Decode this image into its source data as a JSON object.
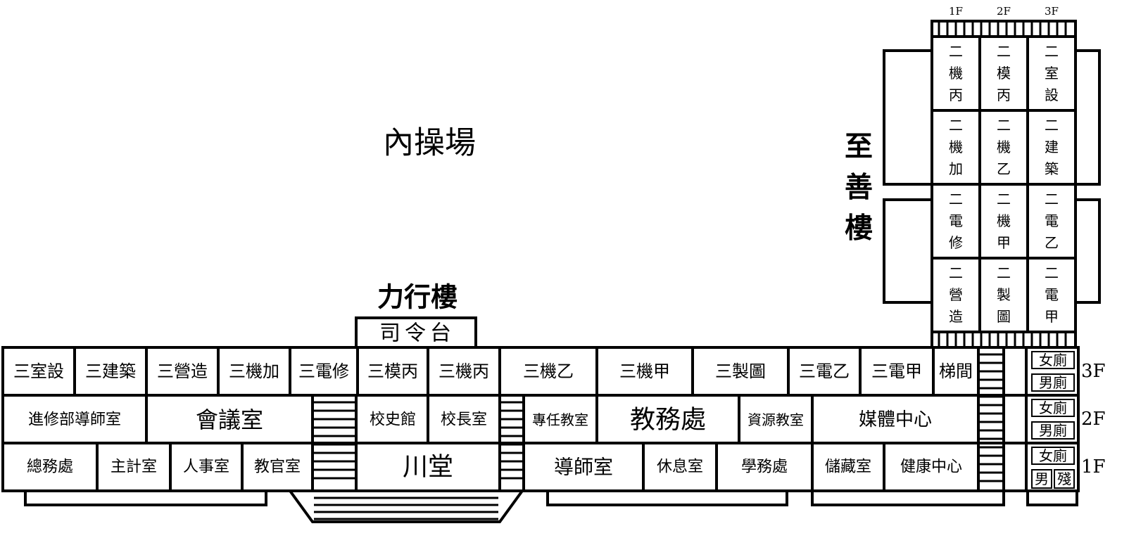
{
  "labels": {
    "inner_field": "內操場",
    "lixing_building": "力行樓",
    "zhishan_building": "至善樓",
    "podium": "司令台"
  },
  "floor_headers": [
    "1F",
    "2F",
    "3F"
  ],
  "floor_side": [
    "3F",
    "2F",
    "1F"
  ],
  "zhishan_rooms": [
    [
      "二機丙",
      "二模丙",
      "二室設"
    ],
    [
      "二機加",
      "二機乙",
      "二建築"
    ],
    [
      "二電修",
      "二機甲",
      "二電乙"
    ],
    [
      "二營造",
      "二製圖",
      "二電甲"
    ]
  ],
  "row3": [
    "三室設",
    "三建築",
    "三營造",
    "三機加",
    "三電修",
    "三模丙",
    "三機丙",
    "三機乙",
    "三機甲",
    "三製圖",
    "三電乙",
    "三電甲",
    "梯間"
  ],
  "row2": [
    "進修部導師室",
    "會議室",
    "校史館",
    "校長室",
    "專任教室",
    "教務處",
    "資源教室",
    "媒體中心"
  ],
  "row1": [
    "總務處",
    "主計室",
    "人事室",
    "教官室",
    "川堂",
    "導師室",
    "休息室",
    "學務處",
    "儲藏室",
    "健康中心"
  ],
  "restrooms": {
    "f3_women": "女廁",
    "f3_men": "男廁",
    "f2_women": "女廁",
    "f2_men": "男廁",
    "f1_women": "女廁",
    "f1_men": "男",
    "f1_accessible": "殘"
  }
}
